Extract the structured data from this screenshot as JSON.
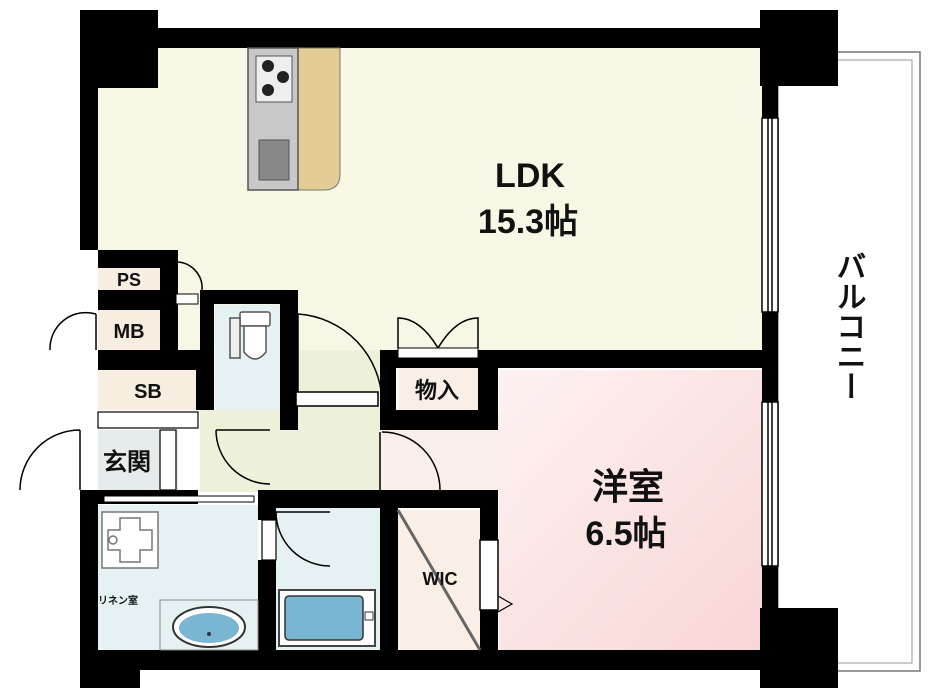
{
  "rooms": {
    "ldk": {
      "name": "LDK",
      "size": "15.3帖"
    },
    "western": {
      "name": "洋室",
      "size": "6.5帖"
    },
    "storage": "物入",
    "wic": "WIC",
    "ps": "PS",
    "mb": "MB",
    "sb": "SB",
    "entrance": "玄関",
    "linen": "リネン室",
    "balcony": "バルコニー"
  },
  "colors": {
    "ldk_floor": "#f8f6e4",
    "western_floor": "#fbe6e6",
    "wet_area": "#e6f1f4",
    "hall": "#eef1d9",
    "wall": "#000000",
    "counter": "#e2cd95"
  }
}
